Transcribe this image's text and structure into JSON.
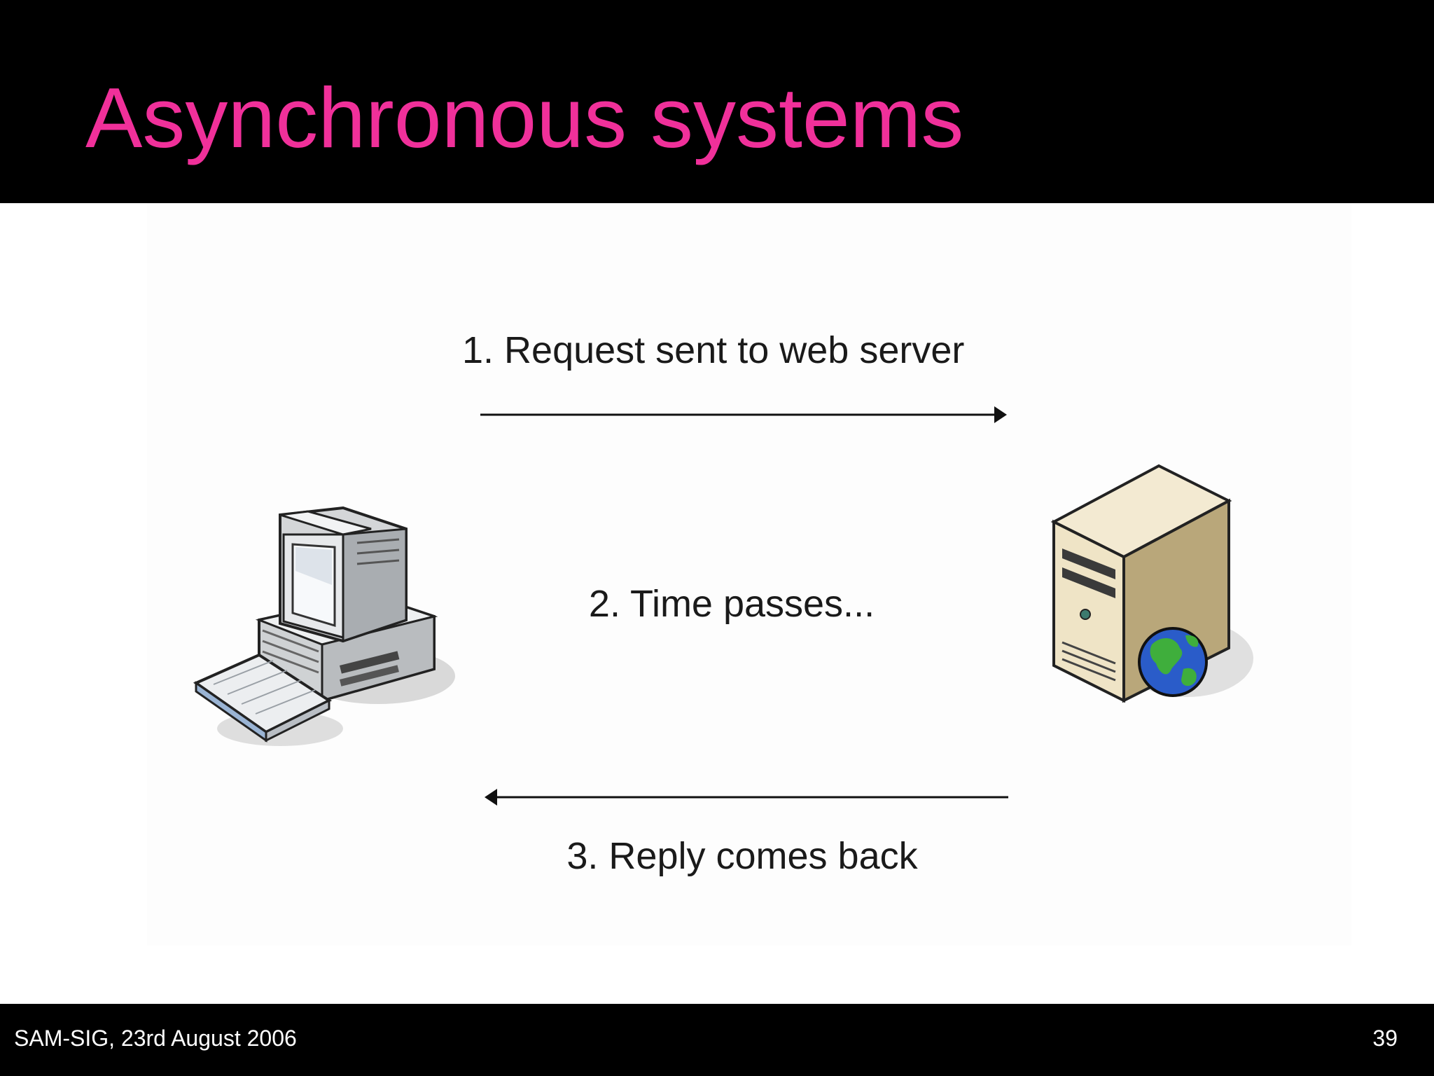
{
  "slide": {
    "title": "Asynchronous systems"
  },
  "diagram": {
    "steps": [
      {
        "label": "1. Request sent to web server",
        "direction": "right"
      },
      {
        "label": "2. Time passes..."
      },
      {
        "label": "3. Reply comes back",
        "direction": "left"
      }
    ],
    "nodes": [
      {
        "name": "client-computer",
        "icon": "desktop-computer-icon"
      },
      {
        "name": "web-server",
        "icon": "web-server-globe-icon"
      }
    ]
  },
  "footer": {
    "left_text": "SAM-SIG, 23rd August 2006",
    "page_number": "39"
  },
  "colors": {
    "title": "#f0309a",
    "background": "#000000",
    "content": "#ffffff"
  }
}
